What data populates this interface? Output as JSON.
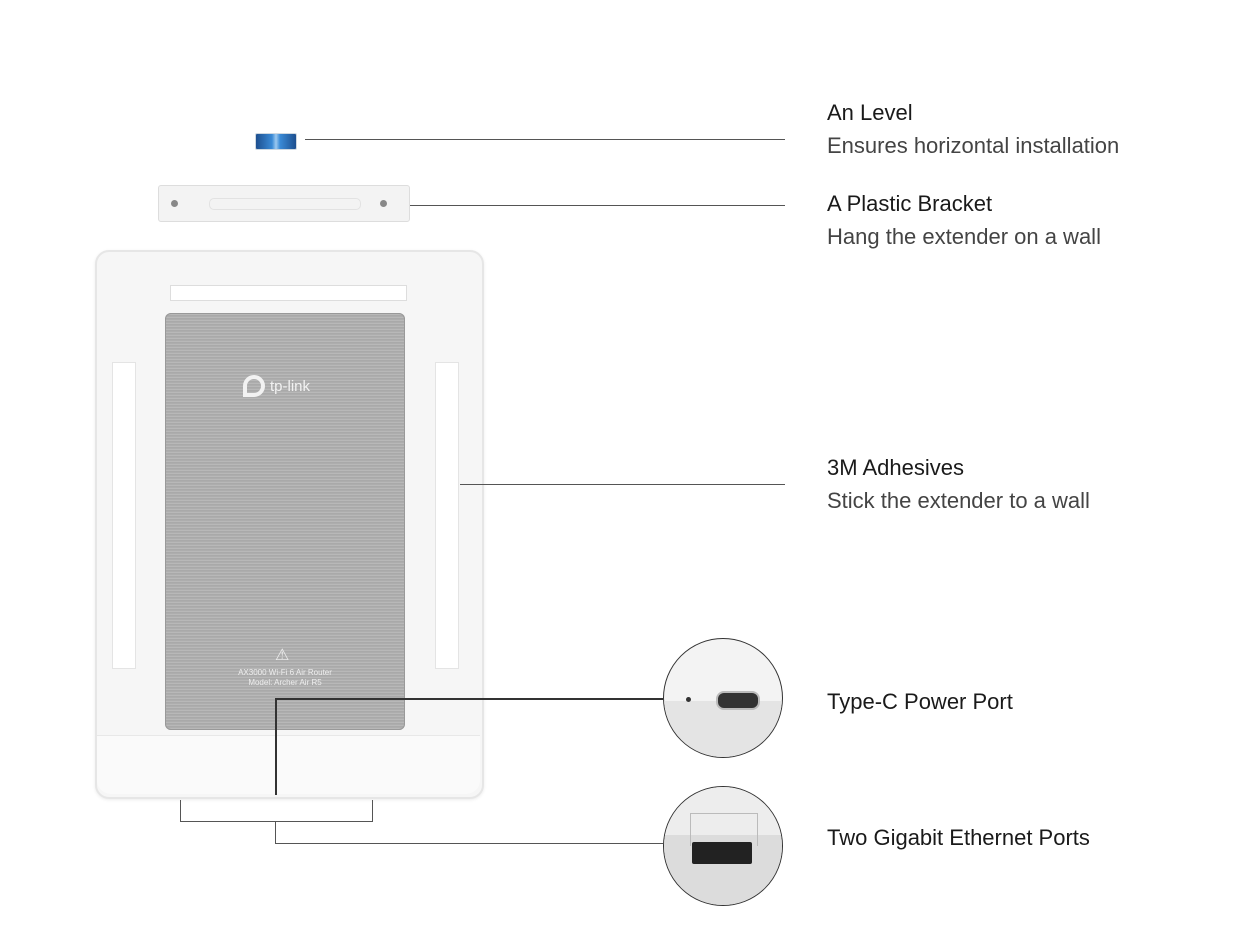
{
  "device": {
    "brand_logo": "tp-link",
    "label_line1": "AX3000 Wi-Fi 6 Air Router",
    "label_line2": "Model: Archer Air R5"
  },
  "callouts": [
    {
      "title": "An Level",
      "subtitle": "Ensures horizontal installation"
    },
    {
      "title": "A Plastic Bracket",
      "subtitle": "Hang the extender on a wall"
    },
    {
      "title": "3M Adhesives",
      "subtitle": "Stick the extender to a wall"
    },
    {
      "title": "Type-C Power Port"
    },
    {
      "title": "Two Gigabit Ethernet Ports"
    }
  ]
}
